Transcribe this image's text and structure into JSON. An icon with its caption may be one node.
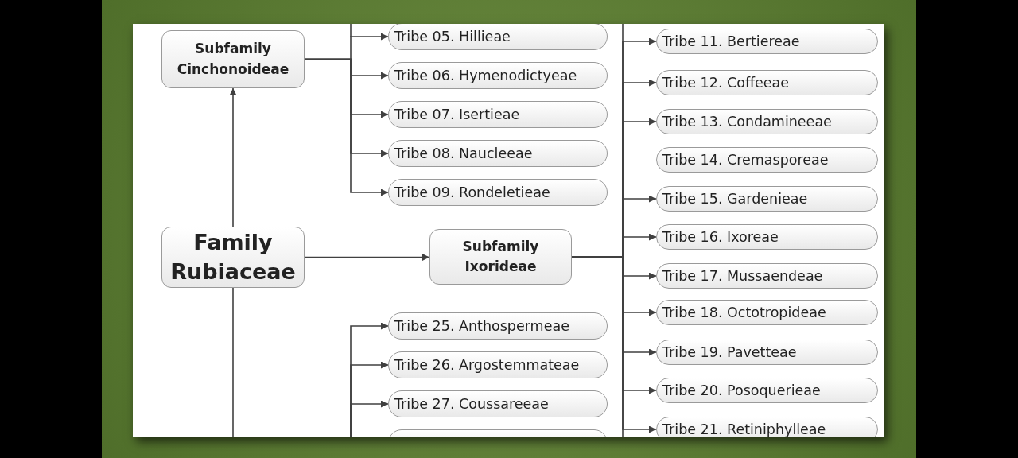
{
  "diagram": {
    "nodes": [
      {
        "text": [
          "Subfamily Cinchonoideae"
        ]
      },
      {
        "text": [
          "Tribe 05. Hillieae"
        ]
      },
      {
        "text": [
          "Tribe 06. Hymenodictyeae"
        ]
      },
      {
        "text": [
          "Tribe 07. Isertieae"
        ]
      },
      {
        "text": [
          "Tribe 08. Naucleeae"
        ]
      },
      {
        "text": [
          "Tribe 09. Rondeletieae"
        ]
      },
      {
        "text": [
          "Family Rubiaceae"
        ]
      },
      {
        "text": [
          "Subfamily Ixorideae"
        ]
      },
      {
        "text": [
          "Tribe 11. Bertiereae"
        ]
      },
      {
        "text": [
          "Tribe 12. Coffeeae"
        ]
      },
      {
        "text": [
          "Tribe 13. Condamineeae"
        ]
      },
      {
        "text": [
          "Tribe 14. Cremasporeae"
        ]
      },
      {
        "text": [
          "Tribe 15. Gardenieae"
        ]
      },
      {
        "text": [
          "Tribe 16. Ixoreae"
        ]
      },
      {
        "text": [
          "Tribe 17. Mussaendeae"
        ]
      },
      {
        "text": [
          "Tribe 18. Octotropideae"
        ]
      },
      {
        "text": [
          "Tribe 19. Pavetteae"
        ]
      },
      {
        "text": [
          "Tribe 20. Posoquerieae"
        ]
      },
      {
        "text": [
          "Tribe 21. Retiniphylleae"
        ]
      },
      {
        "text": [
          "Tribe 25. Anthospermeae"
        ]
      },
      {
        "text": [
          "Tribe 26. Argostemmateae"
        ]
      },
      {
        "text": [
          "Tribe 27. Coussareeae"
        ]
      },
      {
        "text": [],
        "shape": "box"
      }
    ],
    "edges": [
      {
        "from": 6,
        "to": 0,
        "arrow": "to"
      },
      {
        "from": 6,
        "to": 7,
        "arrow": "to"
      },
      {
        "from": 6,
        "to": null,
        "arrow": "none"
      },
      {
        "from": 0,
        "to": 1,
        "arrow": "to"
      },
      {
        "from": 0,
        "to": 2,
        "arrow": "to"
      },
      {
        "from": 0,
        "to": 3,
        "arrow": "to"
      },
      {
        "from": 0,
        "to": 4,
        "arrow": "to"
      },
      {
        "from": 0,
        "to": 5,
        "arrow": "to"
      },
      {
        "from": 7,
        "to": 8,
        "arrow": "to"
      },
      {
        "from": 7,
        "to": 9,
        "arrow": "to"
      },
      {
        "from": 7,
        "to": 10,
        "arrow": "to"
      },
      {
        "from": 7,
        "to": 12,
        "arrow": "to"
      },
      {
        "from": 7,
        "to": 13,
        "arrow": "to"
      },
      {
        "from": 7,
        "to": 14,
        "arrow": "to"
      },
      {
        "from": 7,
        "to": 15,
        "arrow": "to"
      },
      {
        "from": 7,
        "to": 16,
        "arrow": "to"
      },
      {
        "from": 7,
        "to": 17,
        "arrow": "to"
      },
      {
        "from": 7,
        "to": 18,
        "arrow": "to"
      },
      {
        "from": null,
        "to": 19,
        "arrow": "to"
      },
      {
        "from": null,
        "to": 20,
        "arrow": "to"
      },
      {
        "from": null,
        "to": 21,
        "arrow": "to"
      }
    ]
  }
}
